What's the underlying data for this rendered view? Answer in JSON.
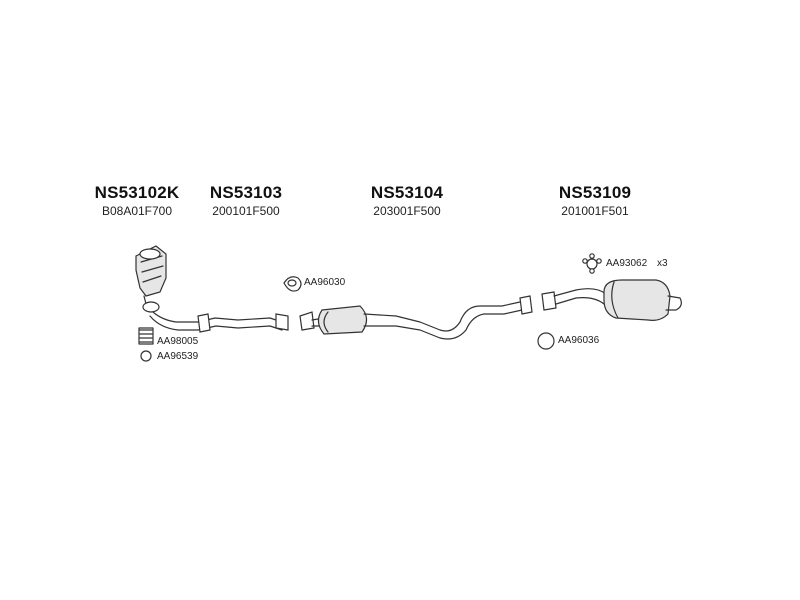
{
  "parts": [
    {
      "number": "NS53102K",
      "ref": "B08A01F700"
    },
    {
      "number": "NS53103",
      "ref": "200101F500"
    },
    {
      "number": "NS53104",
      "ref": "203001F500"
    },
    {
      "number": "NS53109",
      "ref": "201001F501"
    }
  ],
  "accessories": [
    {
      "code": "AA96030"
    },
    {
      "code": "AA93062",
      "qty": "x3"
    },
    {
      "code": "AA98005"
    },
    {
      "code": "AA96539"
    },
    {
      "code": "AA96036"
    }
  ]
}
